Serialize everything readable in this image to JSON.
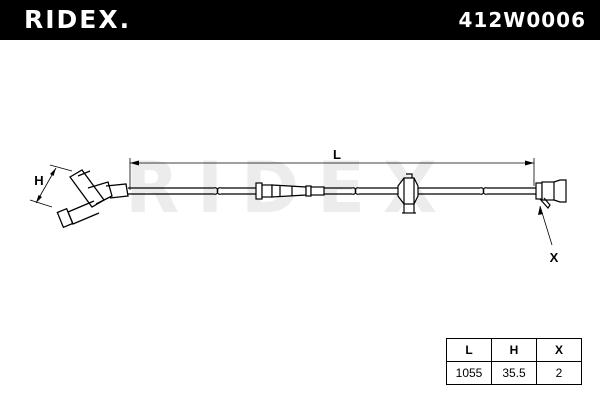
{
  "header": {
    "brand": "RIDEX.",
    "part_number": "412W0006"
  },
  "watermark": "RIDEX",
  "dimension_labels": {
    "length": "L",
    "height": "H",
    "connector": "X"
  },
  "spec_table": {
    "headers": [
      "L",
      "H",
      "X"
    ],
    "values": [
      "1055",
      "35.5",
      "2"
    ]
  },
  "colors": {
    "header_bg": "#000000",
    "header_text": "#ffffff",
    "line": "#000000",
    "watermark": "#ececec"
  }
}
